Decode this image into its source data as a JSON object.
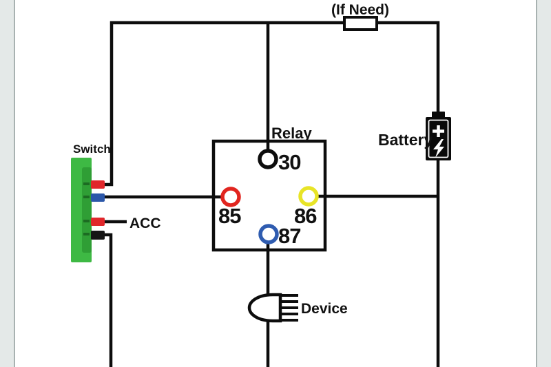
{
  "diagram": {
    "type": "relay-wiring-diagram",
    "labels": {
      "fuse_note": "(If Need)",
      "switch": "Switch",
      "acc": "ACC",
      "relay": "Relay",
      "battery": "Battery",
      "device": "Device"
    },
    "relay_pins": [
      {
        "id": "30",
        "label": "30",
        "position": "top-center",
        "ring_color": "#0d0d0d"
      },
      {
        "id": "85",
        "label": "85",
        "position": "middle-left",
        "ring_color": "#e1251f"
      },
      {
        "id": "86",
        "label": "86",
        "position": "middle-right",
        "ring_color": "#e8e427"
      },
      {
        "id": "87",
        "label": "87",
        "position": "bottom-center",
        "ring_color": "#2f5cb0"
      }
    ],
    "colors": {
      "wire": "#0d0d0d",
      "pin_30": "#0d0d0d",
      "pin_85": "#e1251f",
      "pin_86": "#e8e427",
      "pin_87": "#2f5cb0",
      "switch_body": "#3eb944",
      "switch_panel": "#2f9e35",
      "switch_notch": "#1c6b22",
      "terminal_red": "#e0272b",
      "terminal_blue": "#2b57a9",
      "terminal_black": "#151515",
      "battery_body": "#0a0a0a",
      "page_margin": "#e4e9e8",
      "page_margin_line": "#8c9897"
    }
  }
}
